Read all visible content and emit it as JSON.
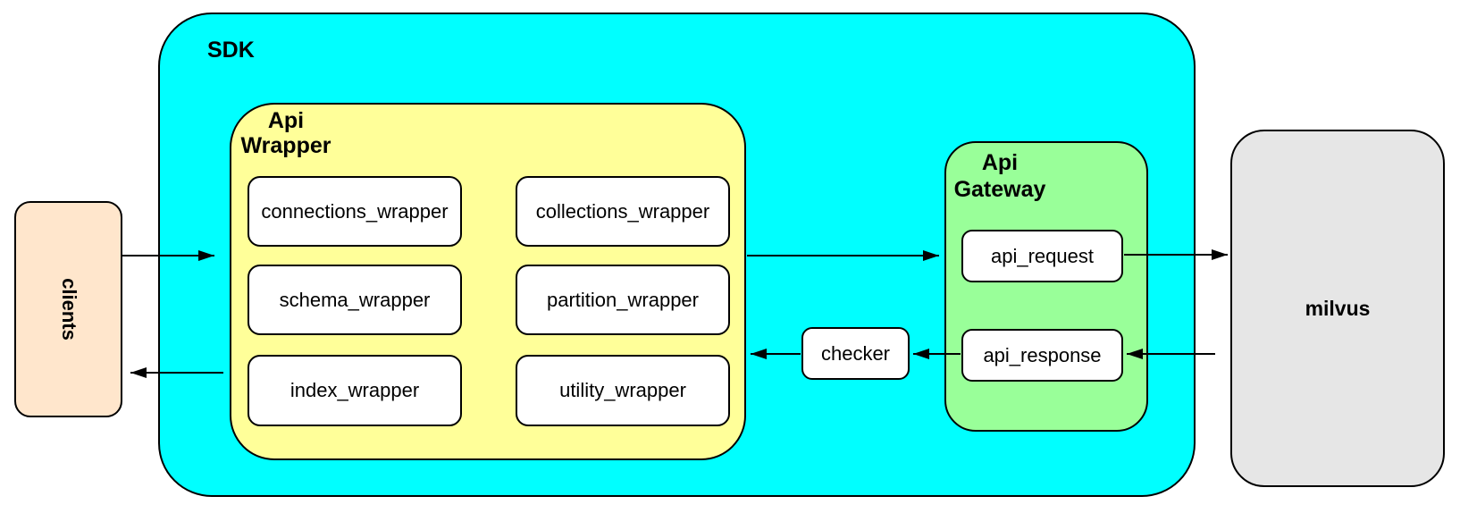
{
  "colors": {
    "sdk_fill": "#00FFFF",
    "api_wrapper_fill": "#FFFF99",
    "api_gateway_fill": "#99FF99",
    "clients_fill": "#FFE6CC",
    "milvus_fill": "#E6E6E6",
    "node_fill": "#FFFFFF",
    "border": "#000000"
  },
  "nodes": {
    "clients": {
      "label": "clients"
    },
    "sdk": {
      "label": "SDK"
    },
    "api_wrapper": {
      "label": "Api\nWrapper"
    },
    "connections_wrapper": {
      "label": "connections_wrapper"
    },
    "collections_wrapper": {
      "label": "collections_wrapper"
    },
    "schema_wrapper": {
      "label": "schema_wrapper"
    },
    "partition_wrapper": {
      "label": "partition_wrapper"
    },
    "index_wrapper": {
      "label": "index_wrapper"
    },
    "utility_wrapper": {
      "label": "utility_wrapper"
    },
    "checker": {
      "label": "checker"
    },
    "api_gateway": {
      "label": "Api\nGateway"
    },
    "api_request": {
      "label": "api_request"
    },
    "api_response": {
      "label": "api_response"
    },
    "milvus": {
      "label": "milvus"
    }
  },
  "edges": [
    {
      "from": "clients",
      "to": "sdk"
    },
    {
      "from": "api_wrapper",
      "to": "clients"
    },
    {
      "from": "api_wrapper",
      "to": "api_gateway"
    },
    {
      "from": "api_request",
      "to": "milvus"
    },
    {
      "from": "milvus",
      "to": "api_response"
    },
    {
      "from": "api_response",
      "to": "checker"
    },
    {
      "from": "checker",
      "to": "api_wrapper"
    }
  ]
}
